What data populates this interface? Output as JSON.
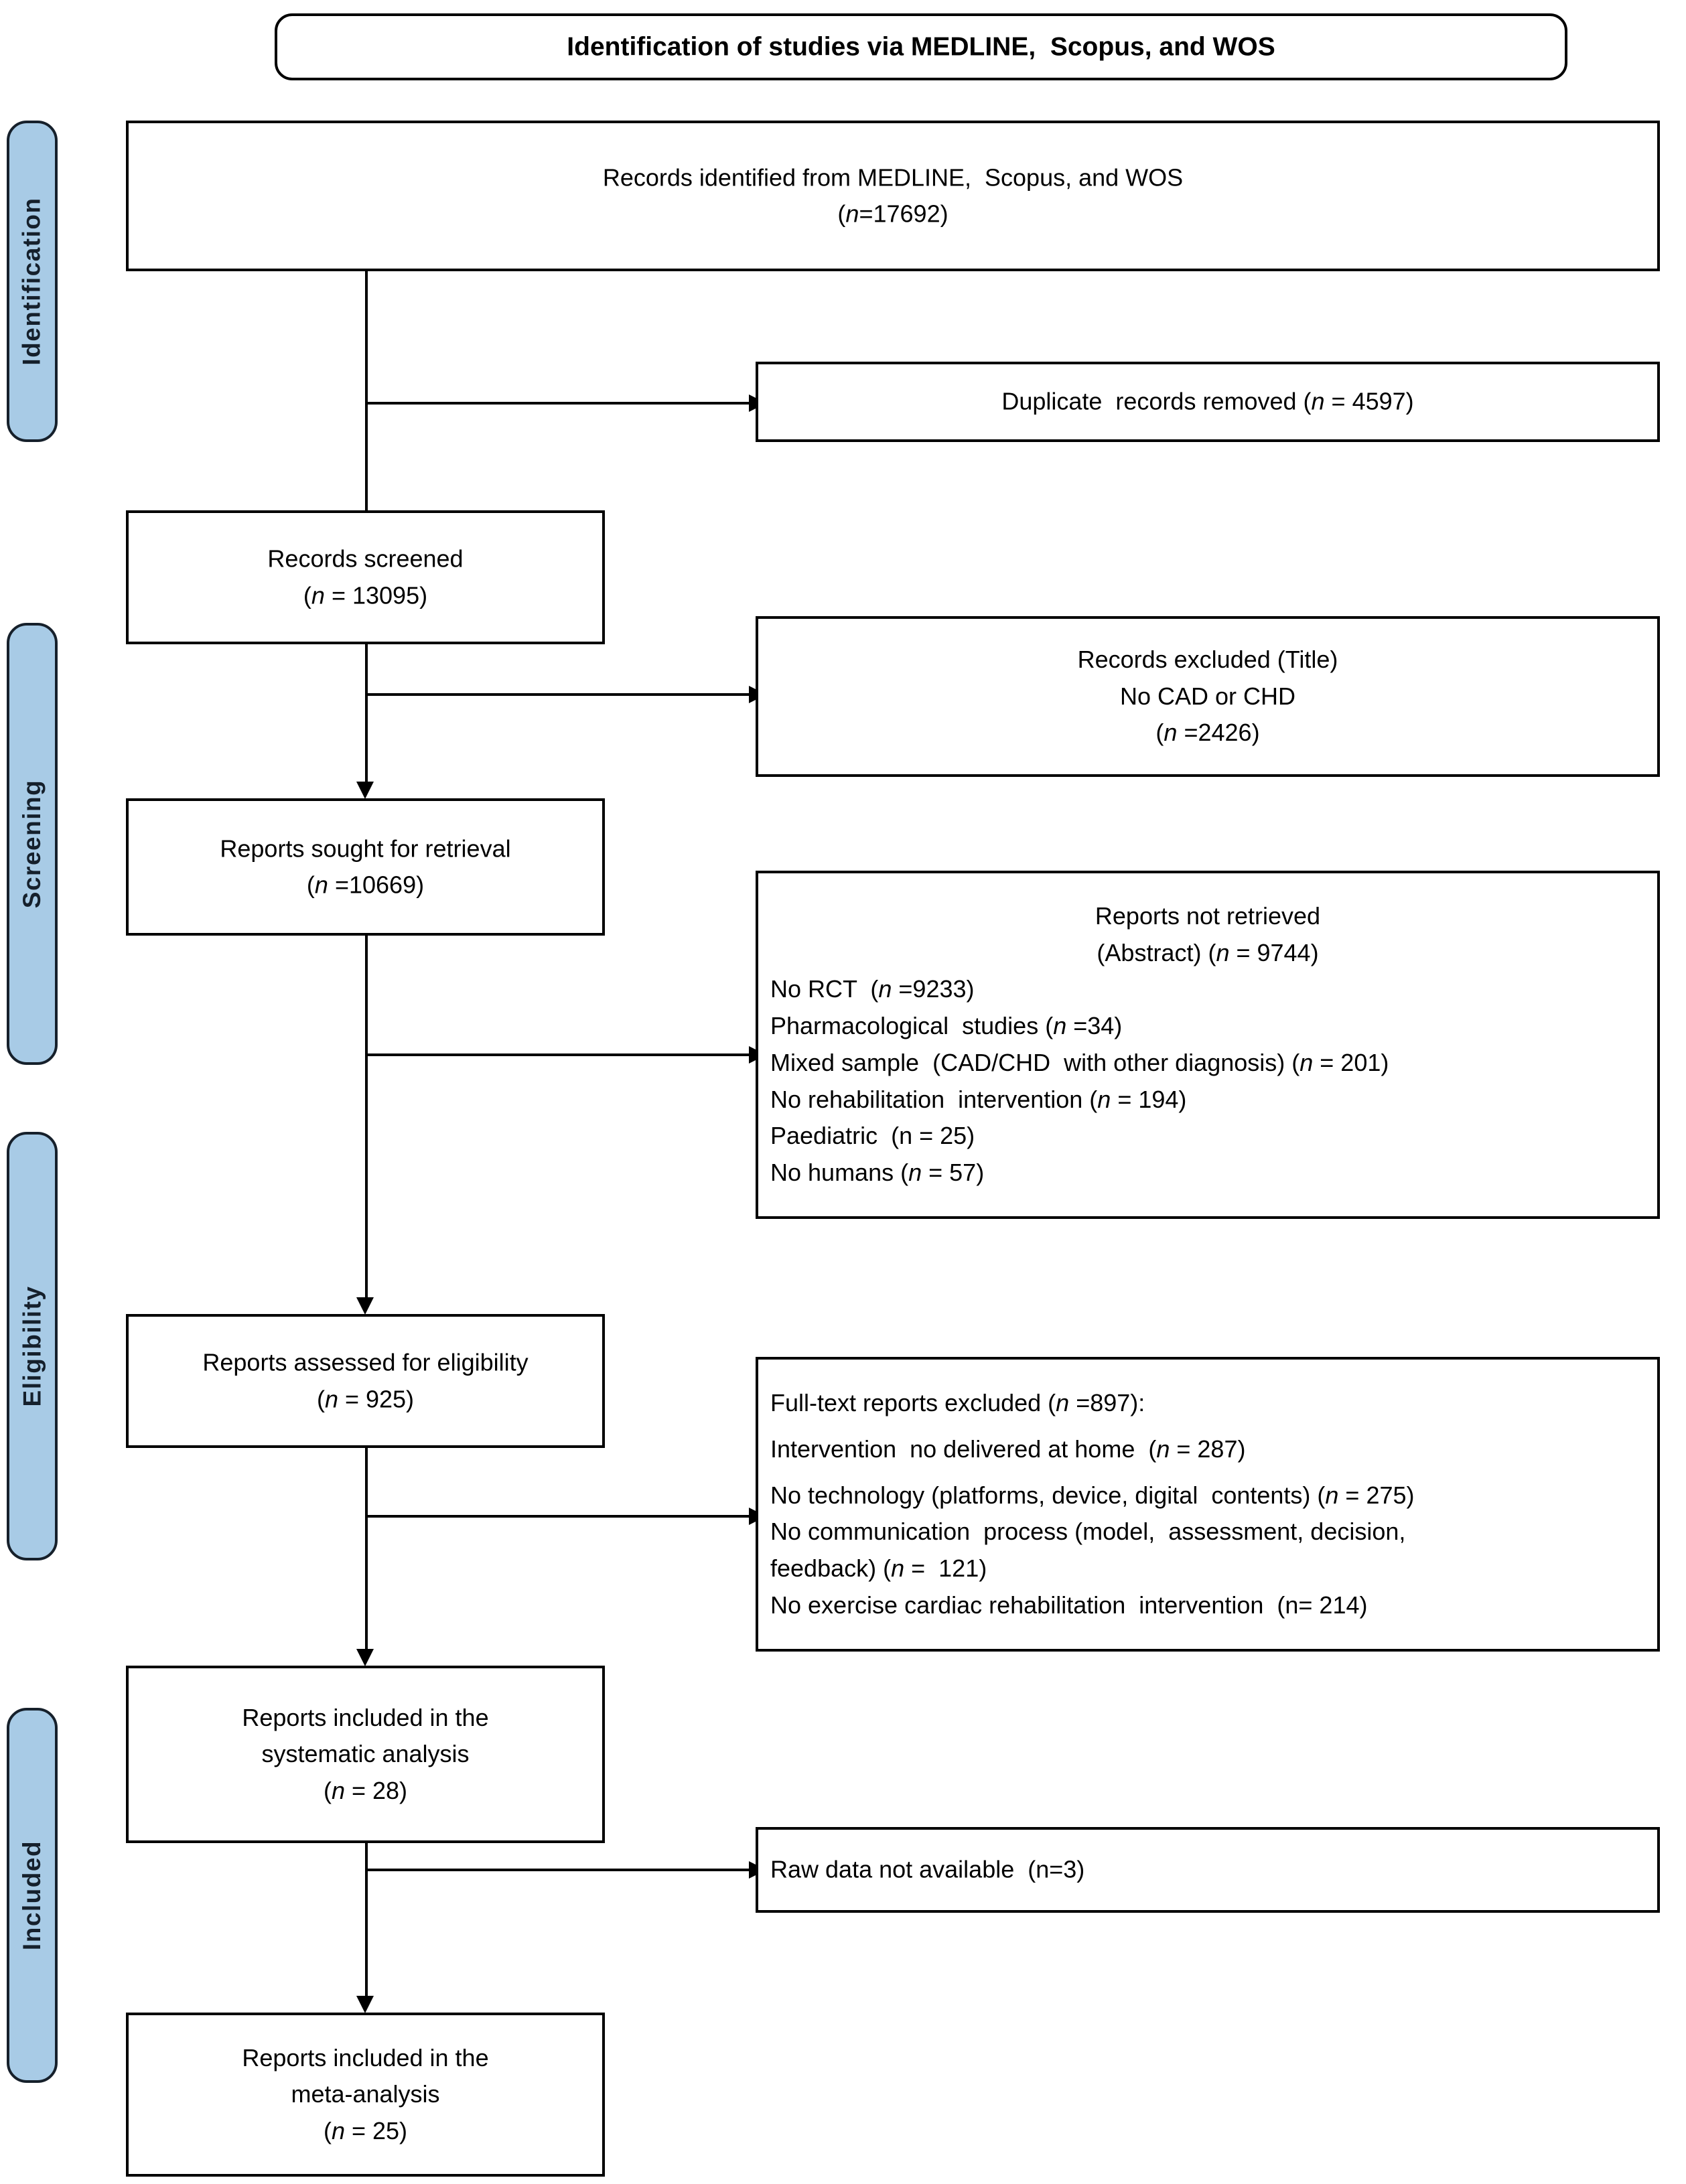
{
  "diagram": {
    "type": "prisma-flow-diagram",
    "header": {
      "title": "Identification of studies via MEDLINE,  Scopus, and WOS"
    },
    "stages": [
      {
        "key": "identification",
        "label": "Identification"
      },
      {
        "key": "screening",
        "label": "Screening"
      },
      {
        "key": "eligibility",
        "label": "Eligibility"
      },
      {
        "key": "included",
        "label": "Included"
      }
    ],
    "boxes": {
      "records_identified": {
        "line1": "Records identified from MEDLINE,  Scopus, and WOS",
        "line2_pre": "(",
        "line2_n": "n",
        "line2_post": "=17692)"
      },
      "duplicates_removed": {
        "line1_pre": "Duplicate  records removed (",
        "line1_n": "n",
        "line1_post": " = 4597)"
      },
      "records_screened": {
        "line1": "Records screened",
        "line2_pre": "(",
        "line2_n": "n",
        "line2_post": " = 13095)"
      },
      "records_excluded_title": {
        "line1": "Records excluded (Title)",
        "line2": "No CAD or CHD",
        "line3_pre": "(",
        "line3_n": "n",
        "line3_post": " =2426)"
      },
      "reports_sought": {
        "line1": "Reports sought for retrieval",
        "line2_pre": "(",
        "line2_n": "n",
        "line2_post": " =10669)"
      },
      "reports_not_retrieved": {
        "title_line1": "Reports not retrieved",
        "title_line2_pre": "(Abstract) (",
        "title_line2_n": "n",
        "title_line2_post": " = 9744)",
        "reasons": [
          {
            "text_pre": "No RCT  (",
            "n": "n",
            "text_post": " =9233)"
          },
          {
            "text_pre": "Pharmacological  studies (",
            "n": "n",
            "text_post": " =34)"
          },
          {
            "text_pre": "Mixed sample  (CAD/CHD  with other diagnosis) (",
            "n": "n",
            "text_post": " = 201)"
          },
          {
            "text_pre": "No rehabilitation  intervention (",
            "n": "n",
            "text_post": " = 194)"
          },
          {
            "text_pre": "Paediatric  (n = 25)",
            "n": "",
            "text_post": ""
          },
          {
            "text_pre": "No humans (",
            "n": "n",
            "text_post": " = 57)"
          }
        ]
      },
      "reports_assessed": {
        "line1": "Reports assessed for eligibility",
        "line2_pre": "(",
        "line2_n": "n",
        "line2_post": " = 925)"
      },
      "fulltext_excluded": {
        "title_pre": "Full-text reports excluded (",
        "title_n": "n",
        "title_post": " =897):",
        "reasons": [
          {
            "text_pre": "Intervention  no delivered at home  (",
            "n": "n",
            "text_post": " = 287)"
          },
          {
            "text_pre": "No technology (platforms, device, digital  contents) (",
            "n": "n",
            "text_post": " = 275)"
          },
          {
            "text_pre": "No communication  process (model,  assessment, decision,",
            "n": "",
            "text_post": ""
          },
          {
            "text_pre": "feedback) (",
            "n": "n",
            "text_post": " =  121)"
          },
          {
            "text_pre": "No exercise cardiac rehabilitation  intervention  (n= 214)",
            "n": "",
            "text_post": ""
          }
        ]
      },
      "included_systematic": {
        "line1": "Reports included in the",
        "line2": "systematic analysis",
        "line3_pre": "(",
        "line3_n": "n",
        "line3_post": " = 28)"
      },
      "raw_data_unavailable": {
        "line1": "Raw data not available  (n=3)"
      },
      "included_meta": {
        "line1": "Reports included in the",
        "line2": "meta-analysis",
        "line3_pre": "(",
        "line3_n": "n",
        "line3_post": " = 25)"
      }
    },
    "colors": {
      "stage_tab_fill": "#a8cbe6",
      "stage_tab_border": "#16202b",
      "box_border": "#000000",
      "box_fill": "#ffffff",
      "text": "#000000"
    }
  }
}
